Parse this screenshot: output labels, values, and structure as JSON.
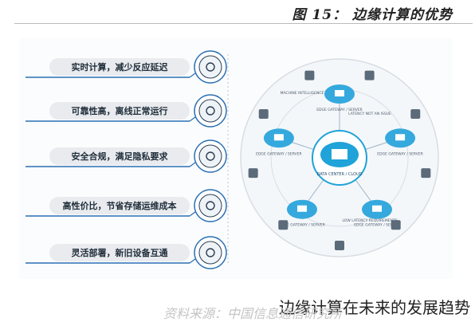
{
  "header": {
    "figure_title": "图 15： 边缘计算的优势"
  },
  "left_panel": {
    "benefits": [
      {
        "text": "实时计算，减少反应延迟",
        "icon": "stopwatch-icon"
      },
      {
        "text": "可靠性高，离线正常运行",
        "icon": "network-gear-icon"
      },
      {
        "text": "安全合规，满足隐私要求",
        "icon": "secure-document-icon"
      },
      {
        "text": "高性价比，节省存储运维成本",
        "icon": "coin-hand-icon"
      },
      {
        "text": "灵活部署，新旧设备互通",
        "icon": "mobile-devices-icon"
      }
    ],
    "colors": {
      "label_bg": "#e9ebee",
      "accent_blue": "#2a6fb3",
      "icon_dark": "#2c3e50"
    }
  },
  "hub": {
    "center_label": "DATA CENTER / CLOUD",
    "colors": {
      "center": "#1fa3d8",
      "cloud_node": "#35a9dd",
      "ring": "#d8dde3",
      "spoke": "#9fb3c8"
    },
    "cloud_nodes": [
      {
        "label": "EDGE GATEWAY / SERVER"
      },
      {
        "label": "EDGE GATEWAY / SERVER"
      },
      {
        "label": "EDGE GATEWAY / SERVER"
      },
      {
        "label": "EDGE GATEWAY / SERVER"
      },
      {
        "label": "EDGE GATEWAY / SERVER"
      }
    ],
    "device_icons": [
      "airplane-icon",
      "oil-rig-icon",
      "wind-turbine-icon",
      "train-icon",
      "truck-icon",
      "power-tower-icon",
      "building-icon",
      "streetlight-icon",
      "smartphone-icon"
    ],
    "annotations": [
      "MACHINE INTELLIGENCE",
      "LATENCY NOT AN ISSUE",
      "LOW LATENCY REQUIREMENTS"
    ]
  },
  "caption": "边缘计算在未来的发展趋势",
  "watermark": "资料来源：中国信息通信研究所"
}
